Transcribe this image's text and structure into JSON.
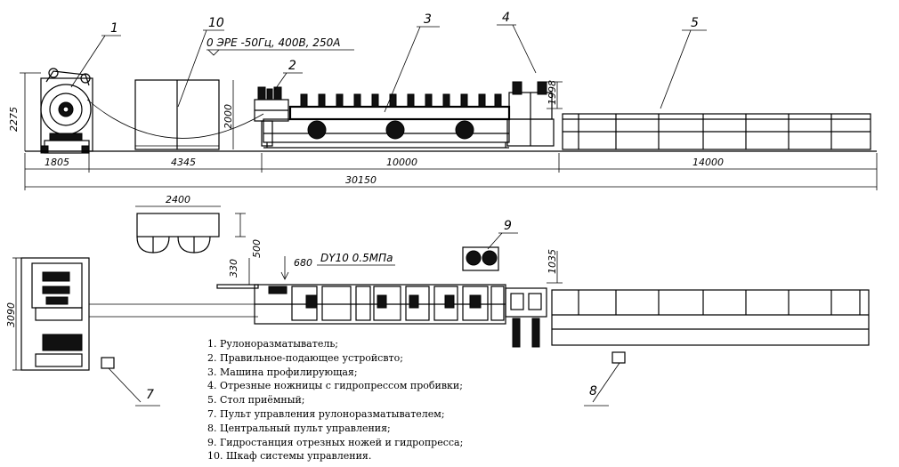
{
  "labels": {
    "c1": "1",
    "c2": "2",
    "c3": "3",
    "c4": "4",
    "c5": "5",
    "c7": "7",
    "c8": "8",
    "c9": "9",
    "c10": "10"
  },
  "specs": {
    "power": "0  ЭРЕ -50Гц, 400В, 250А",
    "air": "DY10  0.5МПа"
  },
  "dimensions": {
    "h2275": "2275",
    "h2000": "2000",
    "h1998": "1998",
    "w1805": "1805",
    "w4345": "4345",
    "w10000": "10000",
    "w14000": "14000",
    "total": "30150",
    "w2400": "2400",
    "h500": "500",
    "h330": "330",
    "w680": "680",
    "h1035": "1035",
    "h3090": "3090"
  },
  "legend": [
    "1. Рулоноразматыватель;",
    "2. Правильное-подающее устройсвто;",
    "3. Машина профилирующая;",
    "4. Отрезные ножницы с гидропрессом пробивки;",
    "5. Стол приёмный;",
    "7. Пульт управления рулоноразматывателем;",
    "8. Центральный пульт управления;",
    "9. Гидростанция отрезных ножей и гидропресса;",
    "10. Шкаф системы управления."
  ]
}
